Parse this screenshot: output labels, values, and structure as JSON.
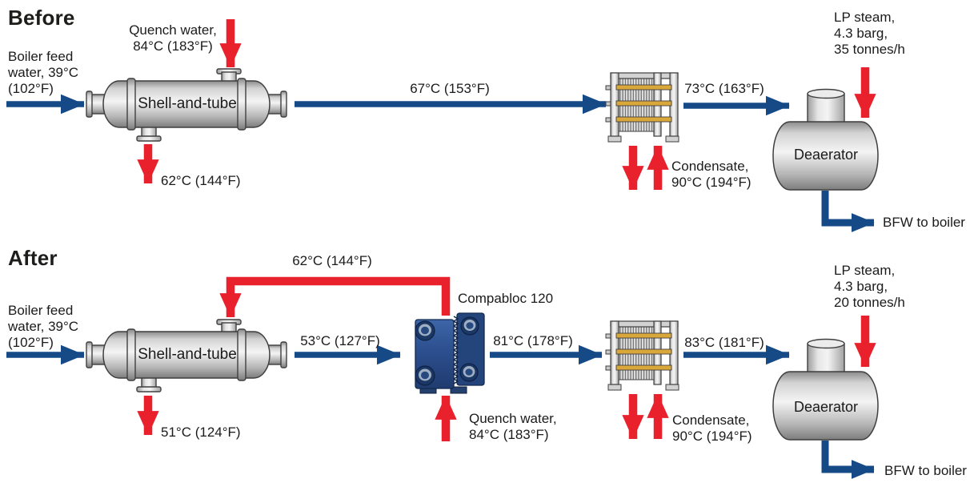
{
  "colors": {
    "pipe_blue": "#154a87",
    "pipe_red": "#e8212d"
  },
  "before": {
    "title": "Before",
    "boiler_feed": "Boiler feed\nwater, 39°C\n(102°F)",
    "quench_water": "Quench water,\n84°C (183°F)",
    "shell_and_tube": "Shell-and-tube",
    "shell_outlet": "67°C (153°F)",
    "shell_drain": "62°C (144°F)",
    "preheater_outlet": "73°C (163°F)",
    "condensate": "Condensate,\n90°C (194°F)",
    "lp_steam": "LP steam,\n4.3 barg,\n35 tonnes/h",
    "deaerator": "Deaerator",
    "bfw_out": "BFW to boiler"
  },
  "after": {
    "title": "After",
    "boiler_feed": "Boiler feed\nwater, 39°C\n(102°F)",
    "recycle": "62°C (144°F)",
    "shell_and_tube": "Shell-and-tube",
    "shell_outlet": "53°C (127°F)",
    "shell_drain": "51°C (124°F)",
    "compabloc": "Compabloc 120",
    "compabloc_outlet": "81°C (178°F)",
    "quench_water": "Quench water,\n84°C (183°F)",
    "preheater_outlet": "83°C (181°F)",
    "condensate": "Condensate,\n90°C (194°F)",
    "lp_steam": "LP steam,\n4.3 barg,\n20 tonnes/h",
    "deaerator": "Deaerator",
    "bfw_out": "BFW to boiler"
  }
}
